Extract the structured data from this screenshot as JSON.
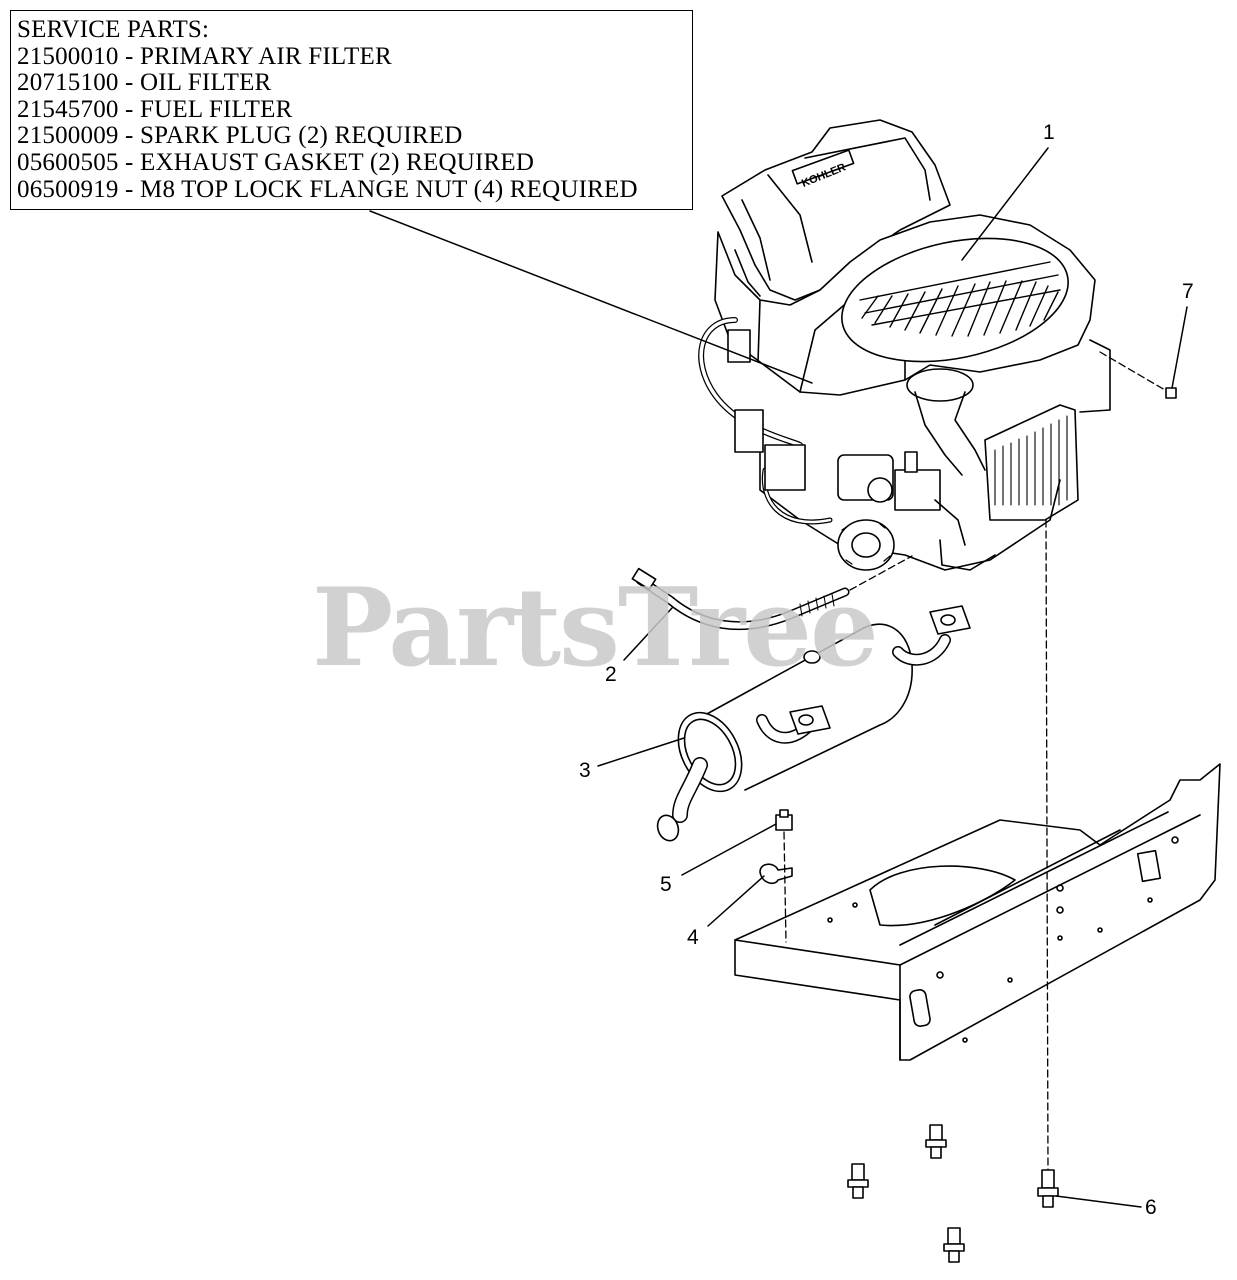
{
  "service_parts": {
    "heading": "SERVICE PARTS:",
    "lines": [
      "21500010 - PRIMARY AIR FILTER",
      "20715100 - OIL FILTER",
      "21545700 - FUEL FILTER",
      "21500009 - SPARK PLUG (2) REQUIRED",
      "05600505 - EXHAUST GASKET (2) REQUIRED",
      "06500919 - M8 TOP LOCK FLANGE NUT (4) REQUIRED"
    ]
  },
  "callouts": {
    "c1": "1",
    "c2": "2",
    "c3": "3",
    "c4": "4",
    "c5": "5",
    "c6": "6",
    "c7": "7"
  },
  "watermark": "PartsTree",
  "engine_brand_text": "KOHLER",
  "colors": {
    "line": "#000000",
    "watermark": "#c9c9c9",
    "background": "#ffffff"
  }
}
